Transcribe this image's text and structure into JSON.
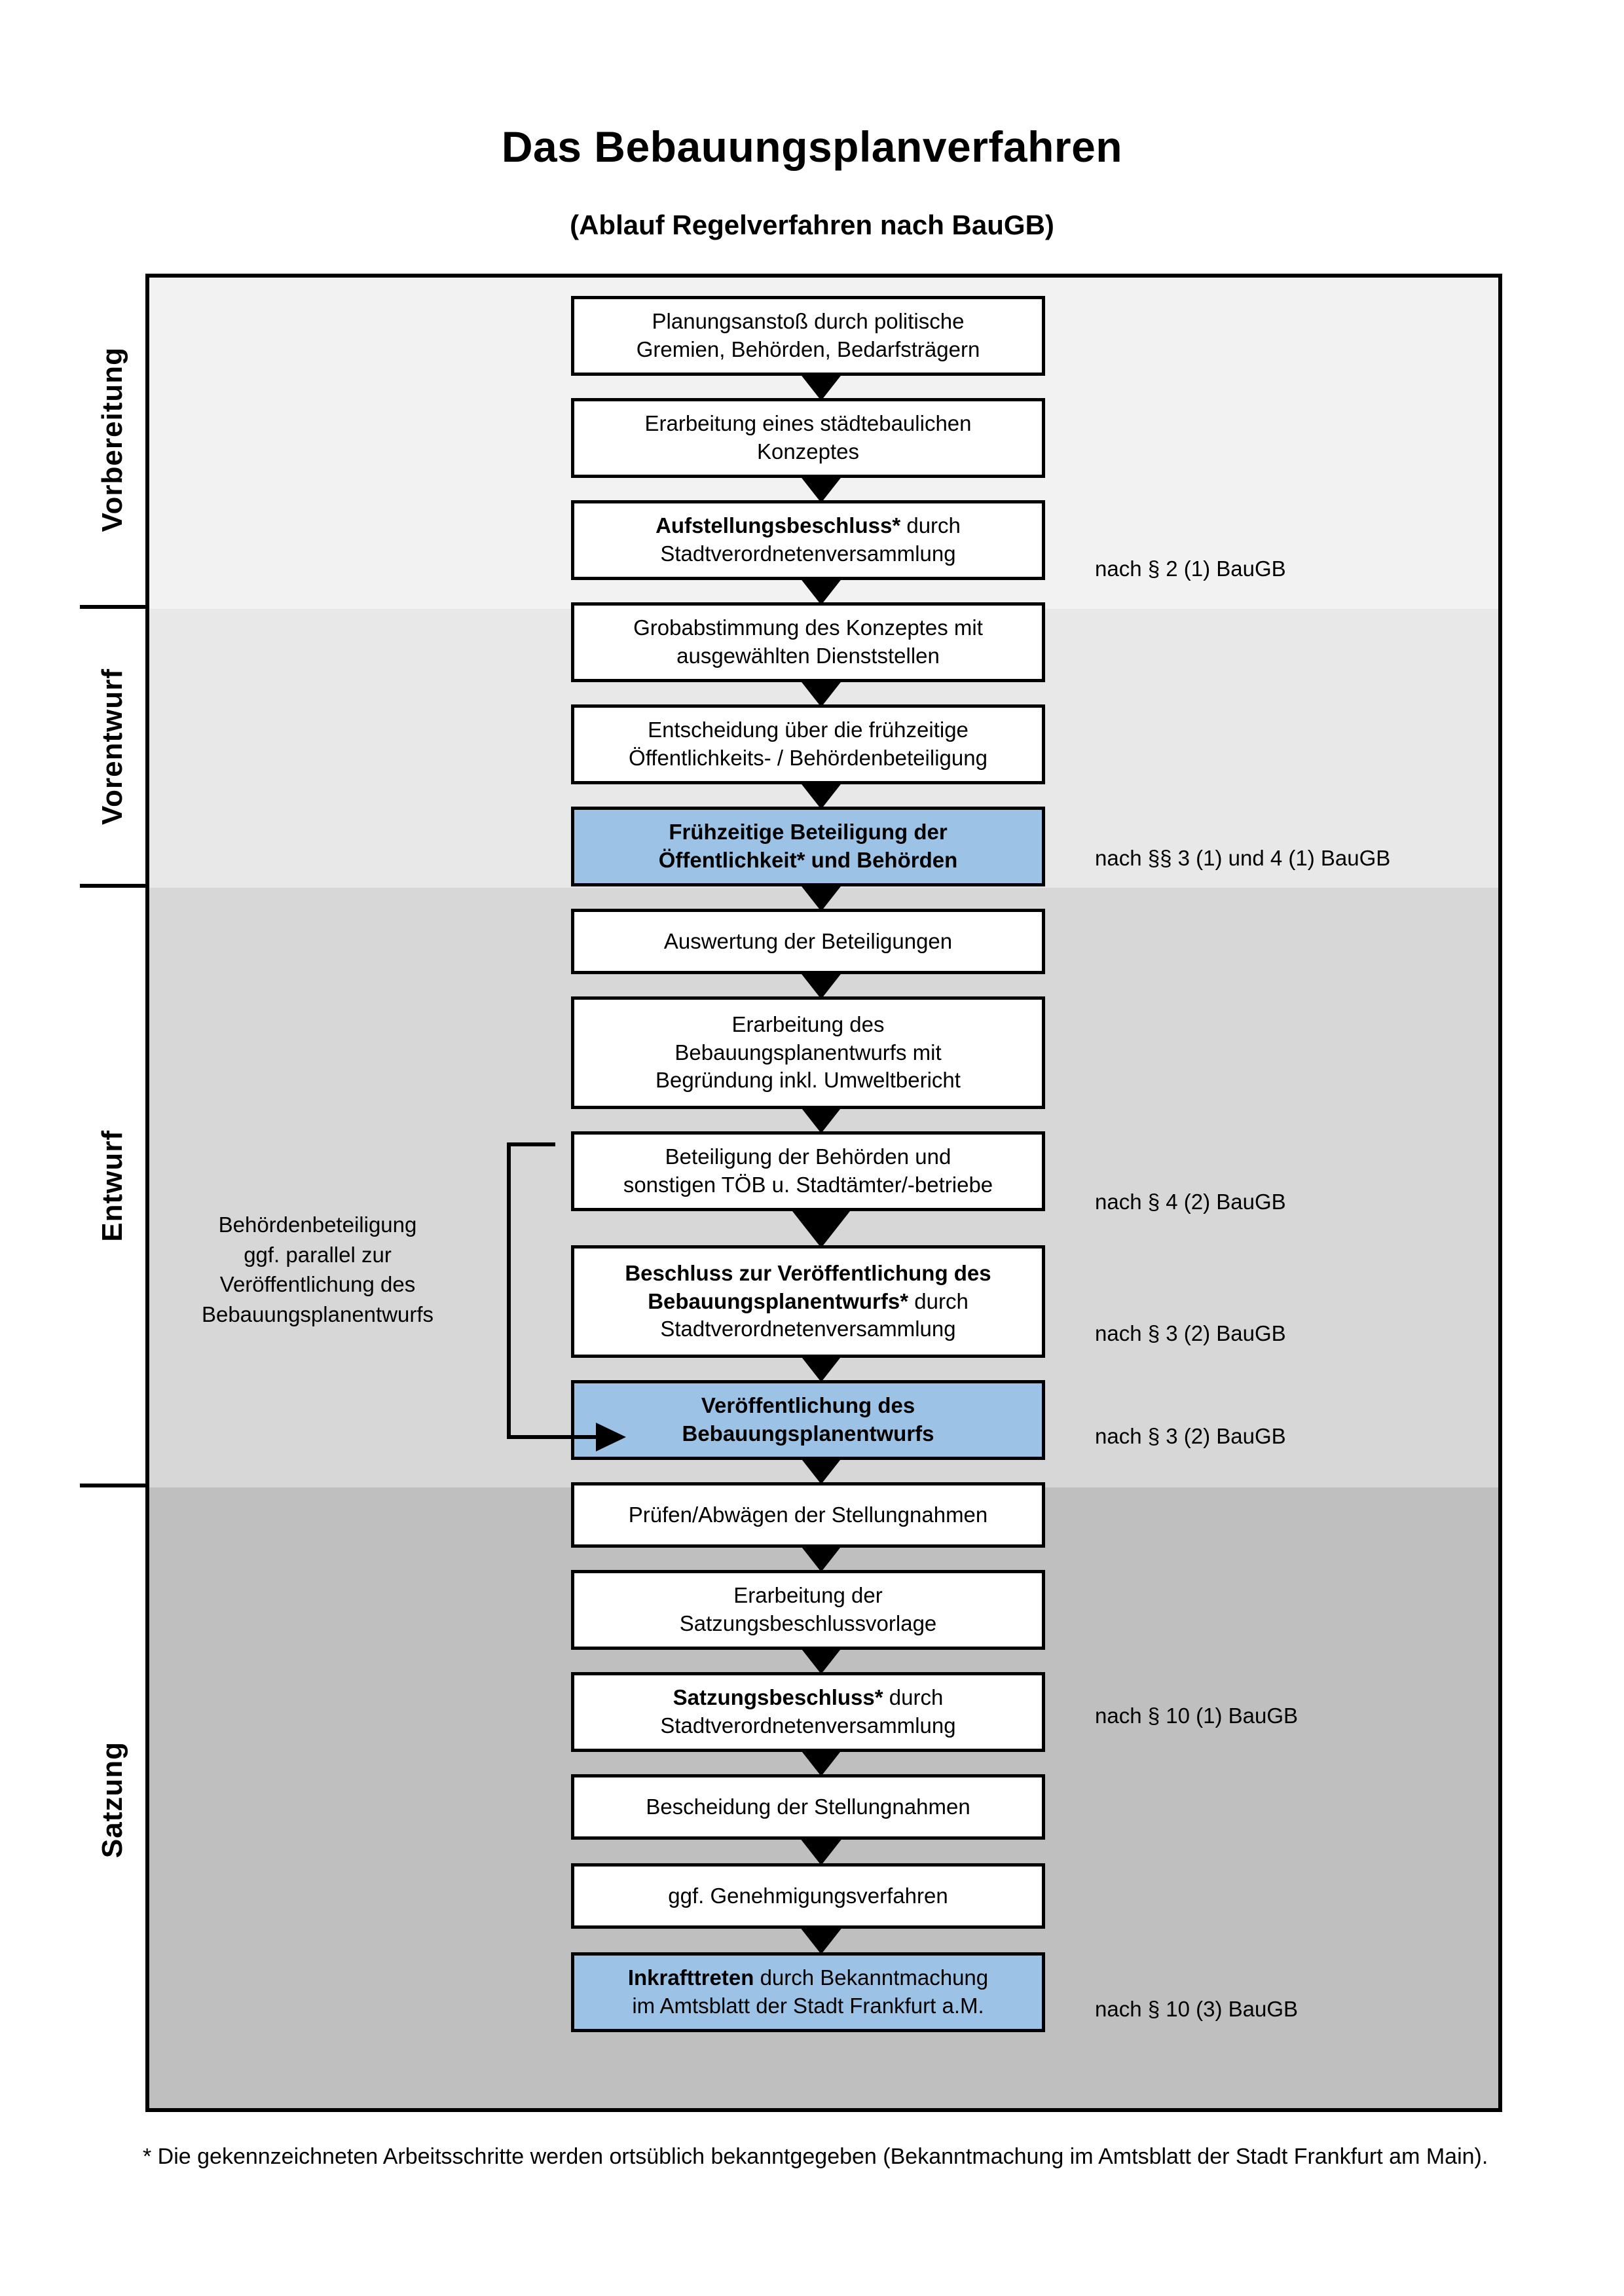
{
  "header": {
    "title": "Das Bebauungsplanverfahren",
    "subtitle": "(Ablauf Regelverfahren nach BauGB)"
  },
  "phases": [
    {
      "label": "Vorbereitung",
      "band_color": "#F2F2F2"
    },
    {
      "label": "Vorentwurf",
      "band_color": "#E8E8E8"
    },
    {
      "label": "Entwurf",
      "band_color": "#D7D7D7"
    },
    {
      "label": "Satzung",
      "band_color": "#BFBFBF"
    }
  ],
  "colors": {
    "highlight_blue": "#9CC3E5",
    "box_border": "#000000",
    "page_background": "#FFFFFF"
  },
  "steps": [
    {
      "id": "s1",
      "phase": "Vorbereitung",
      "highlight": false,
      "lines": [
        {
          "text": "Planungsanstoß durch politische",
          "bold": false
        },
        {
          "text": "Gremien, Behörden, Bedarfsträgern",
          "bold": false
        }
      ]
    },
    {
      "id": "s2",
      "phase": "Vorbereitung",
      "highlight": false,
      "lines": [
        {
          "text": "Erarbeitung eines städtebaulichen",
          "bold": false
        },
        {
          "text": "Konzeptes",
          "bold": false
        }
      ]
    },
    {
      "id": "s3",
      "phase": "Vorbereitung",
      "highlight": false,
      "lines": [
        {
          "text": "Aufstellungsbeschluss* durch",
          "bold": true,
          "bold_prefix": "Aufstellungsbeschluss*",
          "rest": " durch"
        },
        {
          "text": "Stadtverordnetenversammlung",
          "bold": false
        }
      ]
    },
    {
      "id": "s4",
      "phase": "Vorentwurf",
      "highlight": false,
      "lines": [
        {
          "text": "Grobabstimmung des Konzeptes mit",
          "bold": false
        },
        {
          "text": "ausgewählten Dienststellen",
          "bold": false
        }
      ]
    },
    {
      "id": "s5",
      "phase": "Vorentwurf",
      "highlight": false,
      "lines": [
        {
          "text": "Entscheidung über die frühzeitige",
          "bold": false
        },
        {
          "text": "Öffentlichkeits- / Behördenbeteiligung",
          "bold": false
        }
      ]
    },
    {
      "id": "s6",
      "phase": "Vorentwurf",
      "highlight": true,
      "lines": [
        {
          "text": "Frühzeitige Beteiligung der",
          "bold": true
        },
        {
          "text": "Öffentlichkeit* und Behörden",
          "bold": true
        }
      ]
    },
    {
      "id": "s7",
      "phase": "Entwurf",
      "highlight": false,
      "lines": [
        {
          "text": "Auswertung der Beteiligungen",
          "bold": false
        }
      ]
    },
    {
      "id": "s8",
      "phase": "Entwurf",
      "highlight": false,
      "lines": [
        {
          "text": "Erarbeitung des",
          "bold": false
        },
        {
          "text": "Bebauungsplanentwurfs mit",
          "bold": false
        },
        {
          "text": "Begründung inkl. Umweltbericht",
          "bold": false
        }
      ]
    },
    {
      "id": "s9",
      "phase": "Entwurf",
      "highlight": false,
      "lines": [
        {
          "text": "Beteiligung der Behörden und",
          "bold": false
        },
        {
          "text": "sonstigen TÖB u. Stadtämter/-betriebe",
          "bold": false
        }
      ]
    },
    {
      "id": "s10",
      "phase": "Entwurf",
      "highlight": false,
      "lines": [
        {
          "text": "Beschluss zur Veröffentlichung des",
          "bold": true
        },
        {
          "text": "Bebauungsplanentwurfs* durch",
          "bold": true,
          "bold_prefix": "Bebauungsplanentwurfs*",
          "rest": " durch"
        },
        {
          "text": "Stadtverordnetenversammlung",
          "bold": false
        }
      ]
    },
    {
      "id": "s11",
      "phase": "Entwurf",
      "highlight": true,
      "lines": [
        {
          "text": "Veröffentlichung des",
          "bold": true
        },
        {
          "text": "Bebauungsplanentwurfs",
          "bold": true
        }
      ]
    },
    {
      "id": "s12",
      "phase": "Satzung",
      "highlight": false,
      "lines": [
        {
          "text": "Prüfen/Abwägen der Stellungnahmen",
          "bold": false
        }
      ]
    },
    {
      "id": "s13",
      "phase": "Satzung",
      "highlight": false,
      "lines": [
        {
          "text": "Erarbeitung der",
          "bold": false
        },
        {
          "text": "Satzungsbeschlussvorlage",
          "bold": false
        }
      ]
    },
    {
      "id": "s14",
      "phase": "Satzung",
      "highlight": false,
      "lines": [
        {
          "text": "Satzungsbeschluss* durch",
          "bold": true,
          "bold_prefix": "Satzungsbeschluss*",
          "rest": " durch"
        },
        {
          "text": "Stadtverordnetenversammlung",
          "bold": false
        }
      ]
    },
    {
      "id": "s15",
      "phase": "Satzung",
      "highlight": false,
      "lines": [
        {
          "text": "Bescheidung der Stellungnahmen",
          "bold": false
        }
      ]
    },
    {
      "id": "s16",
      "phase": "Satzung",
      "highlight": false,
      "lines": [
        {
          "text": "ggf. Genehmigungsverfahren",
          "bold": false
        }
      ]
    },
    {
      "id": "s17",
      "phase": "Satzung",
      "highlight": true,
      "lines": [
        {
          "text": "Inkrafttreten durch Bekanntmachung",
          "bold": true,
          "bold_prefix": "Inkrafttreten",
          "rest": " durch Bekanntmachung"
        },
        {
          "text": "im Amtsblatt der Stadt Frankfurt a.M.",
          "bold": false
        }
      ]
    }
  ],
  "step_text": {
    "s1_l1": "Planungsanstoß durch politische",
    "s1_l2": "Gremien, Behörden, Bedarfsträgern",
    "s2_l1": "Erarbeitung eines städtebaulichen",
    "s2_l2": "Konzeptes",
    "s3_l1b": "Aufstellungsbeschluss*",
    "s3_l1r": " durch",
    "s3_l2": "Stadtverordnetenversammlung",
    "s4_l1": "Grobabstimmung des Konzeptes mit",
    "s4_l2": "ausgewählten Dienststellen",
    "s5_l1": "Entscheidung über die frühzeitige",
    "s5_l2": "Öffentlichkeits- / Behördenbeteiligung",
    "s6_l1": "Frühzeitige Beteiligung der",
    "s6_l2": "Öffentlichkeit* und Behörden",
    "s7_l1": "Auswertung der Beteiligungen",
    "s8_l1": "Erarbeitung des",
    "s8_l2": "Bebauungsplanentwurfs mit",
    "s8_l3": "Begründung inkl. Umweltbericht",
    "s9_l1": "Beteiligung der Behörden und",
    "s9_l2": "sonstigen TÖB u. Stadtämter/-betriebe",
    "s10_l1": "Beschluss zur Veröffentlichung des",
    "s10_l2b": "Bebauungsplanentwurfs*",
    "s10_l2r": " durch",
    "s10_l3": "Stadtverordnetenversammlung",
    "s11_l1": "Veröffentlichung des",
    "s11_l2": "Bebauungsplanentwurfs",
    "s12_l1": "Prüfen/Abwägen der Stellungnahmen",
    "s13_l1": "Erarbeitung der",
    "s13_l2": "Satzungsbeschlussvorlage",
    "s14_l1b": "Satzungsbeschluss*",
    "s14_l1r": " durch",
    "s14_l2": "Stadtverordnetenversammlung",
    "s15_l1": "Bescheidung der Stellungnahmen",
    "s16_l1": "ggf. Genehmigungsverfahren",
    "s17_l1b": "Inkrafttreten",
    "s17_l1r": " durch Bekanntmachung",
    "s17_l2": "im Amtsblatt der Stadt Frankfurt a.M."
  },
  "legal_notes": [
    {
      "id": "n1",
      "text": "nach § 2 (1) BauGB",
      "for_step": "s3"
    },
    {
      "id": "n2",
      "text": "nach §§ 3 (1) und 4 (1) BauGB",
      "for_step": "s6"
    },
    {
      "id": "n3",
      "text": "nach § 4 (2) BauGB",
      "for_step": "s9"
    },
    {
      "id": "n4",
      "text": "nach § 3 (2) BauGB",
      "for_step": "s10"
    },
    {
      "id": "n5",
      "text": "nach § 3 (2) BauGB",
      "for_step": "s11"
    },
    {
      "id": "n6",
      "text": "nach § 10 (1) BauGB",
      "for_step": "s14"
    },
    {
      "id": "n7",
      "text": "nach § 10 (3) BauGB",
      "for_step": "s17"
    }
  ],
  "parallel_note": {
    "l1": "Behördenbeteiligung",
    "l2": "ggf. parallel zur",
    "l3": "Veröffentlichung des",
    "l4": "Bebauungsplanentwurfs"
  },
  "footnote": {
    "text": "* Die gekennzeichneten Arbeitsschritte werden ortsüblich bekanntgegeben (Bekanntmachung im Amtsblatt  der Stadt Frankfurt am Main)."
  }
}
